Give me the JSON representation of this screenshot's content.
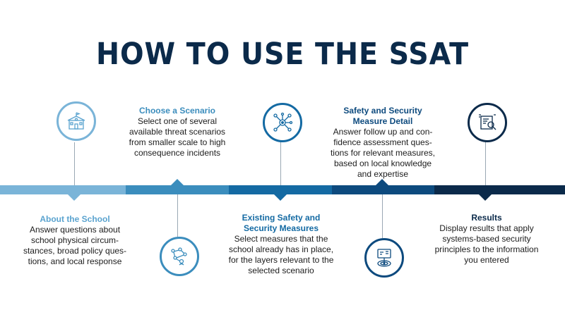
{
  "title": "HOW TO USE THE SSAT",
  "steps": [
    {
      "heading": "About the School",
      "body": "Answer questions about\nschool physical circum-\nstances, broad policy ques-\ntions, and local response",
      "color": "#5aa3cf",
      "icon": "school-icon"
    },
    {
      "heading": "Choose a Scenario",
      "body": "Select one of several\navailable threat scenarios\nfrom smaller scale to high\nconsequence incidents",
      "color": "#3b8dbd",
      "icon": "scenario-network-icon"
    },
    {
      "heading": "Existing Safety and\nSecurity Measures",
      "body": "Select measures that the\nschool already has in place,\nfor the layers relevant to the\nselected scenario",
      "color": "#146aa3",
      "icon": "security-hub-icon"
    },
    {
      "heading": "Safety and Security\nMeasure Detail",
      "body": "Answer follow up and con-\nfidence assessment ques-\ntions for relevant measures,\nbased on local knowledge\nand expertise",
      "color": "#0d4a7e",
      "icon": "target-detail-icon"
    },
    {
      "heading": "Results",
      "body": "Display results that apply\nsystems-based security\nprinciples to the information\nyou entered",
      "color": "#0b2a4a",
      "icon": "results-report-icon"
    }
  ]
}
